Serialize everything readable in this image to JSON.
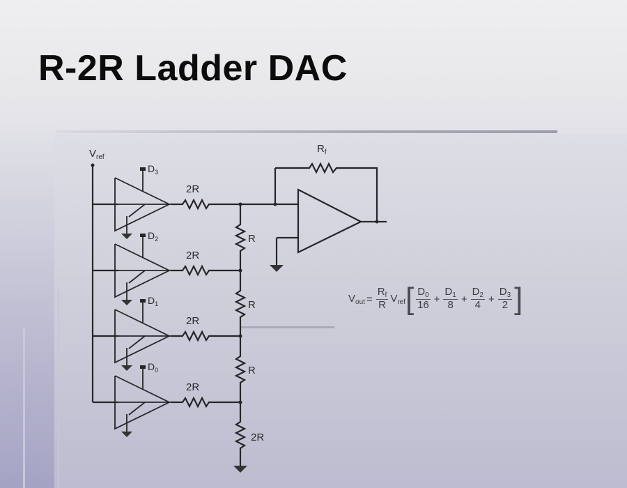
{
  "slide": {
    "title": "R-2R Ladder DAC"
  },
  "circuit": {
    "reference_label": "V",
    "reference_sub": "ref",
    "feedback_resistor_label": "R",
    "feedback_resistor_sub": "f",
    "bits": [
      {
        "label": "D",
        "sub": "3",
        "series_resistor": "2R"
      },
      {
        "label": "D",
        "sub": "2",
        "series_resistor": "2R"
      },
      {
        "label": "D",
        "sub": "1",
        "series_resistor": "2R"
      },
      {
        "label": "D",
        "sub": "0",
        "series_resistor": "2R"
      }
    ],
    "ladder_resistors": [
      "R",
      "R",
      "R"
    ],
    "termination_resistor": "2R"
  },
  "formula": {
    "lhs": "V",
    "lhs_sub": "out",
    "equals": "=",
    "gain_num": "R",
    "gain_num_sub": "f",
    "gain_den": "R",
    "vref": "V",
    "vref_sub": "ref",
    "terms": [
      {
        "num": "D",
        "num_sub": "0",
        "den": "16"
      },
      {
        "num": "D",
        "num_sub": "1",
        "den": "8"
      },
      {
        "num": "D",
        "num_sub": "2",
        "den": "4"
      },
      {
        "num": "D",
        "num_sub": "3",
        "den": "2"
      }
    ],
    "plus": "+",
    "open_bracket": "[",
    "close_bracket": "]"
  }
}
